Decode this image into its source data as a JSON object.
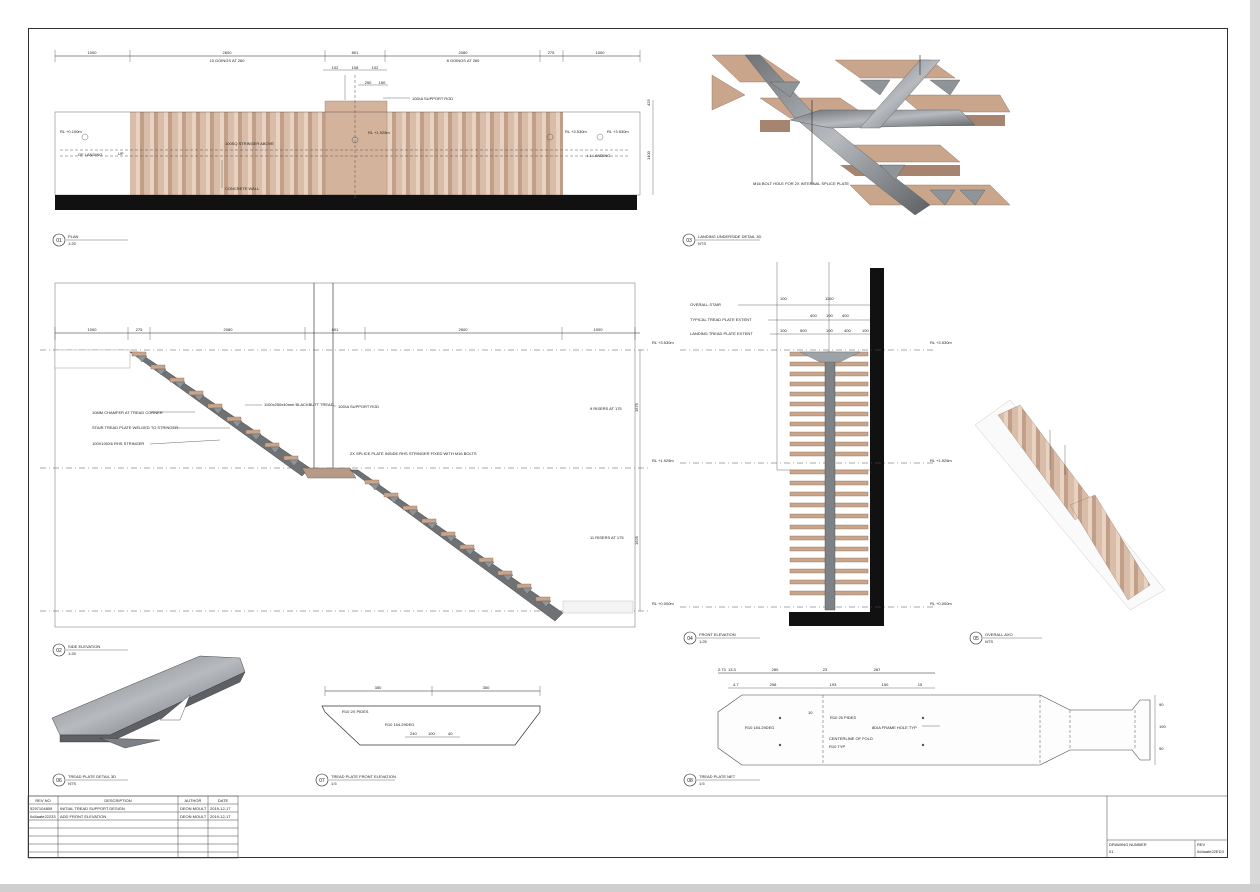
{
  "plan": {
    "dims_top": [
      "1000",
      "2600",
      "801",
      "2080",
      "275",
      "1000"
    ],
    "dims_top_sub": [
      "10 GOINGS AT 260",
      "8 GOINGS AT 260"
    ],
    "dims_small": [
      "102",
      "108",
      "102",
      "290",
      "150"
    ],
    "labels": {
      "support_rod": "10DIA SUPPORT ROD",
      "stringer": "100SQ STRINGER ABOVE",
      "concrete_wall": "CONCRETE WALL",
      "gf_landing": "GF LANDING",
      "l1_landing": "L1 LANDING",
      "up": "UP",
      "rl_left": "RL +0.100m",
      "rl_mid": "RL +1.925m",
      "rl_right1": "RL +3.530m",
      "rl_right2": "RL +3.530m"
    },
    "dims_side": [
      "425",
      "1400"
    ],
    "view_num": "01",
    "view_name": "PLAN",
    "view_scale": "1:25"
  },
  "landing_detail": {
    "label": "M16 BOLT HOLE FOR 2X INTERNAL SPLICE PLATE",
    "view_num": "03",
    "view_name": "LANDING UNDERSIDE DETAIL 3D",
    "view_scale": "NTS"
  },
  "side_elev": {
    "dims_top": [
      "1000",
      "275",
      "2080",
      "801",
      "2600",
      "1000"
    ],
    "labels": {
      "chamfer": "10MM CHAMFER AT TREAD CORNER",
      "welded": "STAIR TREAD PLATE WELDED TO STRINGER",
      "stringer": "100X100X6 RHS STRINGER",
      "tread": "1100x250x40mm BLACKBUTT TREAD",
      "support_rod": "10DIA SUPPORT ROD",
      "splice": "2X SPLICE PLATE INSIDE RHS STRINGER FIXED WITH M16 BOLTS",
      "risers_upper": "9 RISERS AT 175",
      "risers_lower": "11 RISERS AT 175",
      "rl_top": "RL +3.530m",
      "rl_mid": "RL +1.925m",
      "rl_bot": "RL +0.000m"
    },
    "dims_side": [
      "1575",
      "1925"
    ],
    "view_num": "02",
    "view_name": "SIDE ELEVATION",
    "view_scale": "1:25"
  },
  "front_elev": {
    "labels": {
      "overall": "OVERALL STAIR",
      "typical": "TYPICAL TREAD PLATE EXTENT",
      "landing": "LANDING TREAD PLATE EXTENT",
      "rl_top": "RL +3.530m",
      "rl_mid": "RL +1.925m",
      "rl_bot": "RL +0.000m"
    },
    "dims": [
      "100",
      "1100",
      "400",
      "100",
      "400",
      "100",
      "500",
      "100",
      "400",
      "100"
    ],
    "view_num": "04",
    "view_name": "FRONT ELEVATION",
    "view_scale": "1:25"
  },
  "overall_axo": {
    "view_num": "05",
    "view_name": "OVERALL AXO",
    "view_scale": "NTS"
  },
  "tread_3d": {
    "view_num": "06",
    "view_name": "TREAD PLATE DETAIL 3D",
    "view_scale": "NTS"
  },
  "tread_front": {
    "dims": [
      "350",
      "350",
      "240",
      "100",
      "40"
    ],
    "labels": {
      "r10": "R10 2X PIDES",
      "r10b": "R10 154.29DEG"
    },
    "view_num": "07",
    "view_name": "TREAD PLATE FRONT ELEVATION",
    "view_scale": "1:5"
  },
  "tread_flat": {
    "dims_top": [
      "2.73",
      "13.3",
      "280",
      "23",
      "267"
    ],
    "dims_top2": [
      "4.7",
      "258",
      "193",
      "150",
      "15"
    ],
    "labels": {
      "r10a": "R10 154.29DEG",
      "r10b": "R10 25 PIDES",
      "hole": "8DIA FRAME HOLE TYP",
      "fold": "CENTERLINE OF FOLD",
      "r10c": "R10 TYP"
    },
    "dims_side": [
      "90",
      "190",
      "90",
      "10"
    ],
    "view_num": "08",
    "view_name": "TREAD PLATE NET",
    "view_scale": "1:5"
  },
  "revision_table": {
    "headers": [
      "REV NO",
      "DESCRIPTION",
      "AUTHOR",
      "DATE"
    ],
    "rows": [
      [
        "5297104809",
        "INITIAL TREAD SUPPORT DESIGN",
        "DEON MOULT",
        "2019-12-17"
      ],
      [
        "0d4aafe22233",
        "ADD FRONT ELEVATION",
        "DEON MOULT",
        "2019-12-17"
      ]
    ]
  },
  "title_block": {
    "drawing_number_label": "DRAWING NUMBER",
    "drawing_number": "01",
    "rev_label": "REV",
    "rev": "0d4aafe22ED3"
  }
}
